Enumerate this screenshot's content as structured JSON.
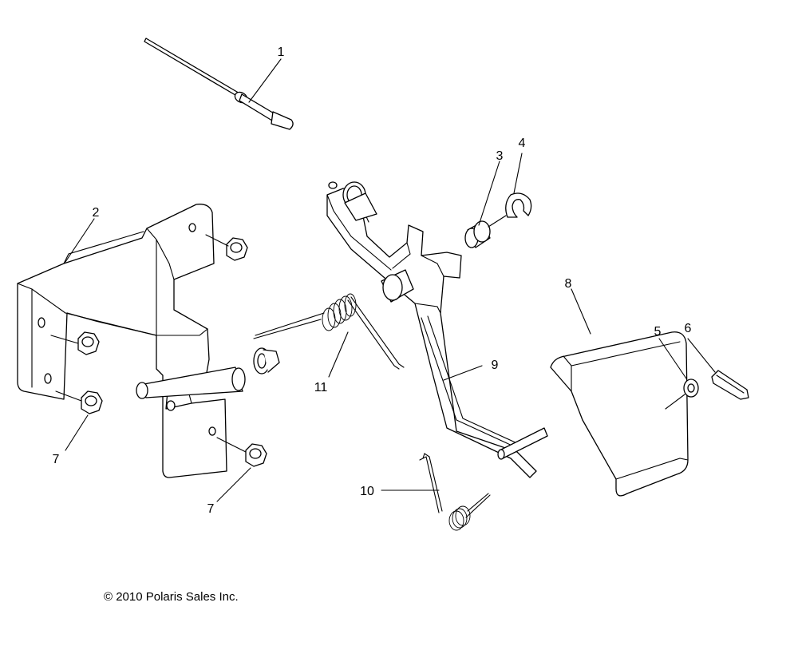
{
  "diagram": {
    "callouts": {
      "c1": "1",
      "c2": "2",
      "c3": "3",
      "c4": "4",
      "c5": "5",
      "c6": "6",
      "c7a": "7",
      "c7b": "7",
      "c8": "8",
      "c9": "9",
      "c10": "10",
      "c11": "11"
    },
    "copyright": "© 2010 Polaris Sales Inc."
  }
}
